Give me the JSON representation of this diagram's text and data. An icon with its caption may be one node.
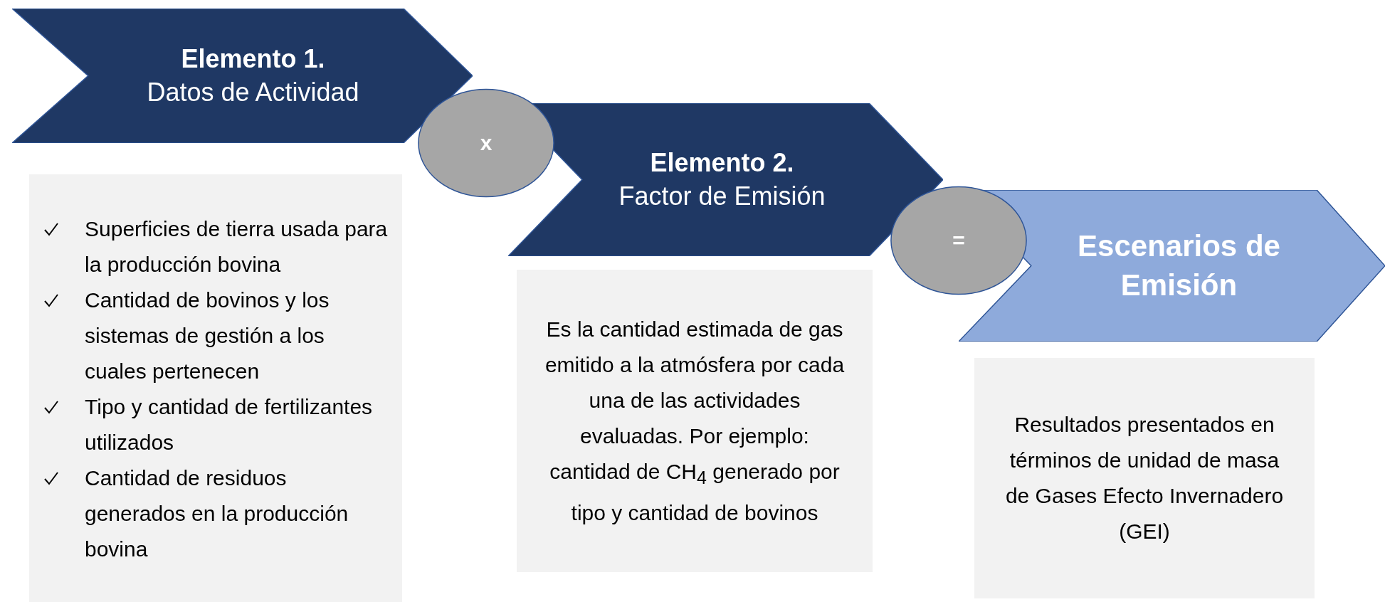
{
  "diagram": {
    "nodes": [
      {
        "text": [
          "Elemento 1.",
          "Datos de Actividad"
        ]
      },
      {
        "text": [
          "x"
        ]
      },
      {
        "text": [
          "Elemento 2.",
          "Factor de Emisión"
        ]
      },
      {
        "text": [
          "="
        ]
      },
      {
        "text": [
          "Escenarios de Emisión"
        ]
      },
      {
        "text": [
          "Superficies de tierra usada para la producción bovina",
          "Cantidad de bovinos y los sistemas de gestión a los cuales pertenecen",
          "Tipo y cantidad de fertilizantes utilizados",
          "Cantidad de residuos generados en la producción bovina"
        ]
      },
      {
        "text": [
          "Es la cantidad estimada de gas emitido a la atmósfera por cada una de las actividades evaluadas. Por ejemplo: cantidad de CH$_{4}$ generado por tipo y cantidad de bovinos"
        ]
      },
      {
        "text": [
          "Resultados presentados en términos de unidad de masa de Gases Efecto Invernadero (GEI)"
        ]
      }
    ]
  }
}
